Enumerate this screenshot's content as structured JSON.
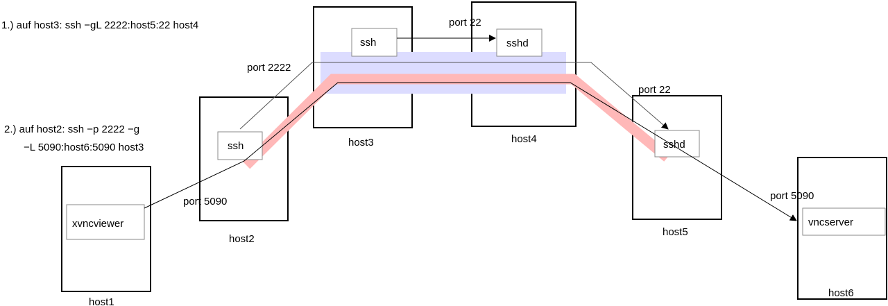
{
  "notes": {
    "step1": "1.)  auf host3: ssh −gL 2222:host5:22 host4",
    "step2_line1": "2.) auf host2: ssh −p 2222 −g",
    "step2_line2": "−L 5090:host6:5090 host3"
  },
  "hosts": {
    "host1": "host1",
    "host2": "host2",
    "host3": "host3",
    "host4": "host4",
    "host5": "host5",
    "host6": "host6"
  },
  "processes": {
    "host1_proc": "xvncviewer",
    "host2_proc": "ssh",
    "host3_proc": "ssh",
    "host4_proc": "sshd",
    "host5_proc": "sshd",
    "host6_proc": "vncserver"
  },
  "ports": {
    "port22_host4": "port 22",
    "port2222": "port 2222",
    "port22_host5": "port 22",
    "port5090_host2": "port 5090",
    "port5090_host6": "port 5090"
  },
  "colors": {
    "tunnel1": "#dcdcff",
    "tunnel2": "#ffb8b8"
  }
}
